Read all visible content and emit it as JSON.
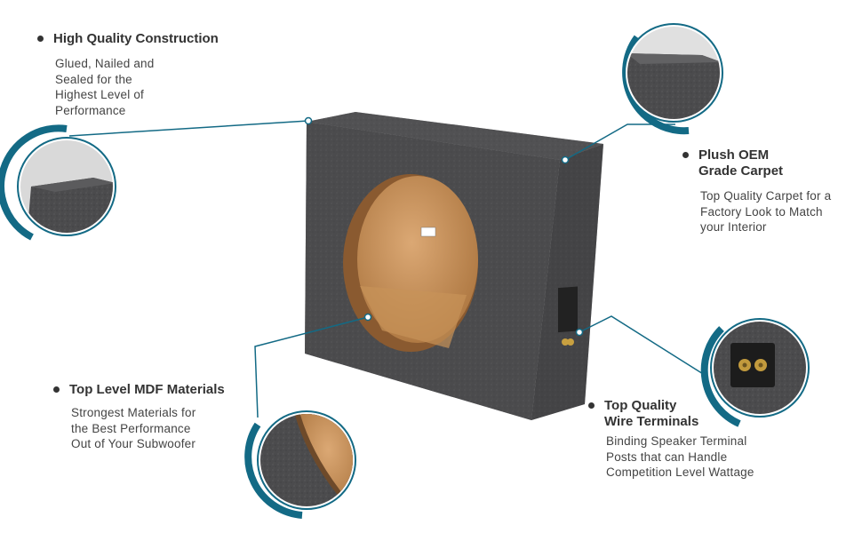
{
  "features": [
    {
      "title": "High Quality Construction",
      "desc": "Glued, Nailed and\nSealed for the\nHighest Level of\nPerformance"
    },
    {
      "title": "Plush OEM\nGrade Carpet",
      "desc": "Top Quality Carpet for a\nFactory Look to Match\nyour Interior"
    },
    {
      "title": "Top Level MDF Materials",
      "desc": "Strongest Materials for\nthe Best Performance\nOut of  Your Subwoofer"
    },
    {
      "title": "Top Quality\nWire Terminals",
      "desc": "Binding Speaker Terminal\nPosts that can Handle\nCompetition Level Wattage"
    }
  ],
  "colors": {
    "accent": "#136a85",
    "carpet": "#4a4a4c",
    "mdf": "#c9955c",
    "text": "#333333"
  }
}
